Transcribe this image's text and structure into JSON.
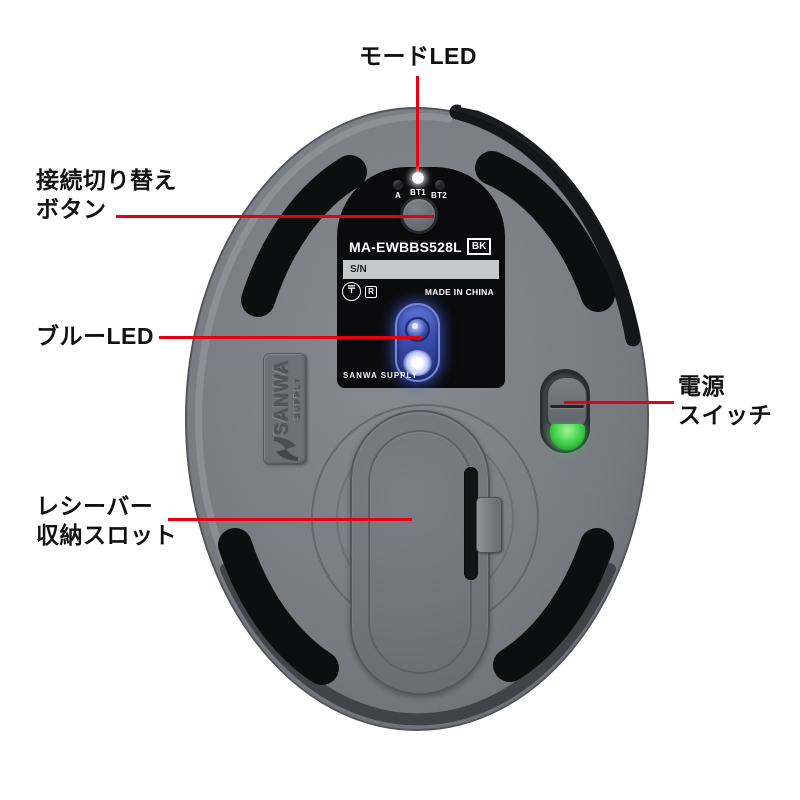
{
  "annotations": {
    "mode_led": "モードLED",
    "connect_line1": "接続切り替え",
    "connect_line2": "ボタン",
    "blue_led": "ブルーLED",
    "receiver_line1": "レシーバー",
    "receiver_line2": "収納スロット",
    "power_line1": "電源",
    "power_line2": "スイッチ"
  },
  "mouse": {
    "indicators": {
      "a": "A",
      "bt1": "BT1",
      "bt2": "BT2"
    },
    "model_label": "MA-EWBBS528L",
    "color_code": "BK",
    "serial_label": "S/N",
    "cert_mark": "〒",
    "cert_r": "R",
    "made_in": "MADE IN CHINA",
    "brand_panel": "SANWA SUPPLY",
    "brand_side": "SANWA",
    "brand_side_sub": "SUPPLY"
  },
  "colors": {
    "annotation_red": "#e60012",
    "body_gray": "#75797f",
    "pad_black": "#0d0e10",
    "led_blue": "#4a6fe0",
    "power_green": "#3ecb46",
    "panel_black": "#0b0b0d"
  }
}
